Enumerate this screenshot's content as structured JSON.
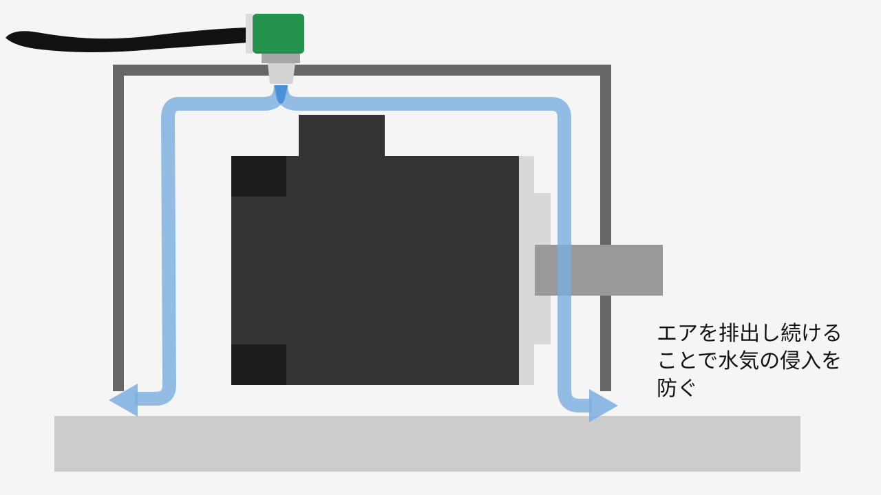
{
  "caption": {
    "lines": [
      "エアを排出し続ける",
      "ことで水気の侵入を",
      "防ぐ"
    ]
  },
  "colors": {
    "background": "#f5f5f5",
    "floor": "#cccccc",
    "cover": "#666666",
    "motor_body": "#333333",
    "motor_dark_block": "#1c1c1c",
    "flange": "#d8d8d8",
    "shaft": "#808080",
    "air_flow": "#7aaee0",
    "air_jet": "#4a90d9",
    "connector": "#24924c",
    "hose": "#111111",
    "fitting": "#bdbdbd"
  },
  "icons": {
    "air_inlet": "air-fitting-icon",
    "air_outlet_left": "arrow-left-icon",
    "air_outlet_right": "arrow-right-icon"
  }
}
